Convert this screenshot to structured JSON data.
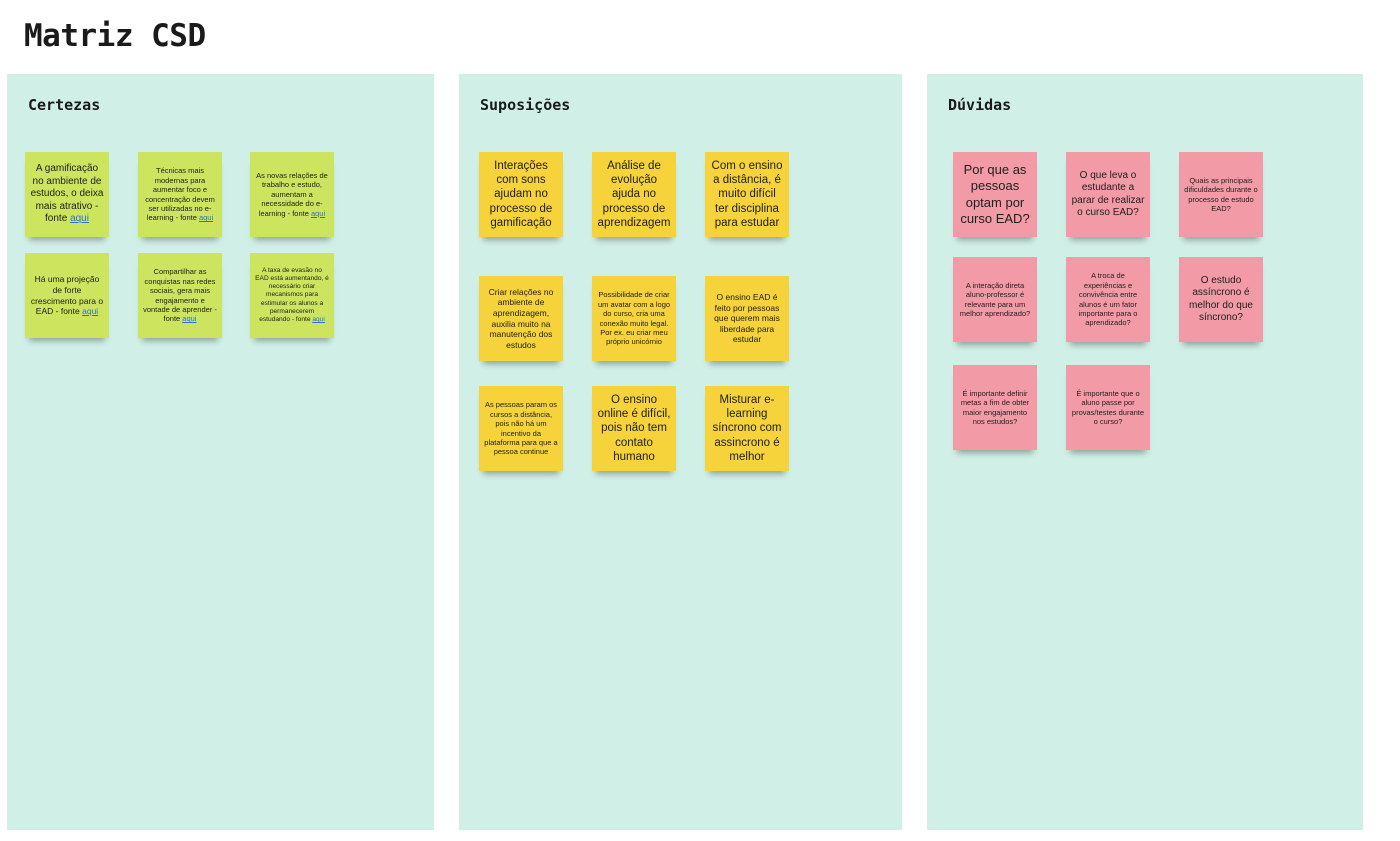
{
  "board": {
    "title": "Matriz CSD"
  },
  "columns": {
    "certezas": {
      "title": "Certezas",
      "notes": [
        {
          "text": "A gamificação no ambiente de estudos, o deixa mais atrativo - fonte ",
          "link": "aqui"
        },
        {
          "text": "Técnicas mais modernas para aumentar foco e concentração devem ser utilizadas no e-learning - fonte ",
          "link": "aqui"
        },
        {
          "text": "As novas relações de trabalho e estudo, aumentam a necessidade do e-learning - fonte ",
          "link": "aqui"
        },
        {
          "text": "Há uma projeção de forte crescimento para o EAD - fonte ",
          "link": "aqui"
        },
        {
          "text": "Compartilhar as conquistas nas redes sociais, gera mais engajamento e vontade de aprender - fonte ",
          "link": "aqui"
        },
        {
          "text": "A taxa de evasão no EAD está aumentando, é necessário criar mecanismos para estimular os alunos a permanecerem estudando - fonte ",
          "link": "aqui"
        }
      ]
    },
    "suposicoes": {
      "title": "Suposições",
      "notes": [
        {
          "text": "Interações com sons ajudam no processo de gamificação"
        },
        {
          "text": "Análise de evolução ajuda no processo de aprendizagem"
        },
        {
          "text": "Com o ensino a distância, é muito difícil ter disciplina para estudar"
        },
        {
          "text": "Criar relações no ambiente de aprendizagem, auxilia muito na manutenção dos estudos"
        },
        {
          "text": "Possibilidade de criar um avatar com a logo do curso, cria uma conexão muito legal. Por ex. eu criar meu próprio unicórnio"
        },
        {
          "text": "O ensino EAD é feito por pessoas que querem mais liberdade para estudar"
        },
        {
          "text": "As pessoas param os cursos a distância, pois não há um incentivo da plataforma para que a pessoa continue"
        },
        {
          "text": "O ensino online é difícil, pois não tem contato humano"
        },
        {
          "text": "Misturar e-learning síncrono com assincrono é melhor"
        }
      ]
    },
    "duvidas": {
      "title": "Dúvidas",
      "notes": [
        {
          "text": "Por que as pessoas optam por curso EAD?"
        },
        {
          "text": "O que leva o estudante a parar de realizar o curso EAD?"
        },
        {
          "text": "Quais as principais dificuldades durante o processo de estudo EAD?"
        },
        {
          "text": "A interação direta aluno-professor é relevante para um melhor aprendizado?"
        },
        {
          "text": "A troca de experiências e convivência entre alunos é um fator importante para o aprendizado?"
        },
        {
          "text": "O estudo assíncrono é melhor do que síncrono?"
        },
        {
          "text": "É importante definir metas a fim de obter maior engajamento nos estudos?"
        },
        {
          "text": "É importante que o aluno passe por provas/testes durante o curso?"
        }
      ]
    }
  },
  "colors": {
    "board_background": "#ffffff",
    "column_background": "#d0efe7",
    "certezas_note": "#cde45f",
    "suposicoes_note": "#f6d33a",
    "duvidas_note": "#f29ba7",
    "link": "#2f6fd6"
  }
}
